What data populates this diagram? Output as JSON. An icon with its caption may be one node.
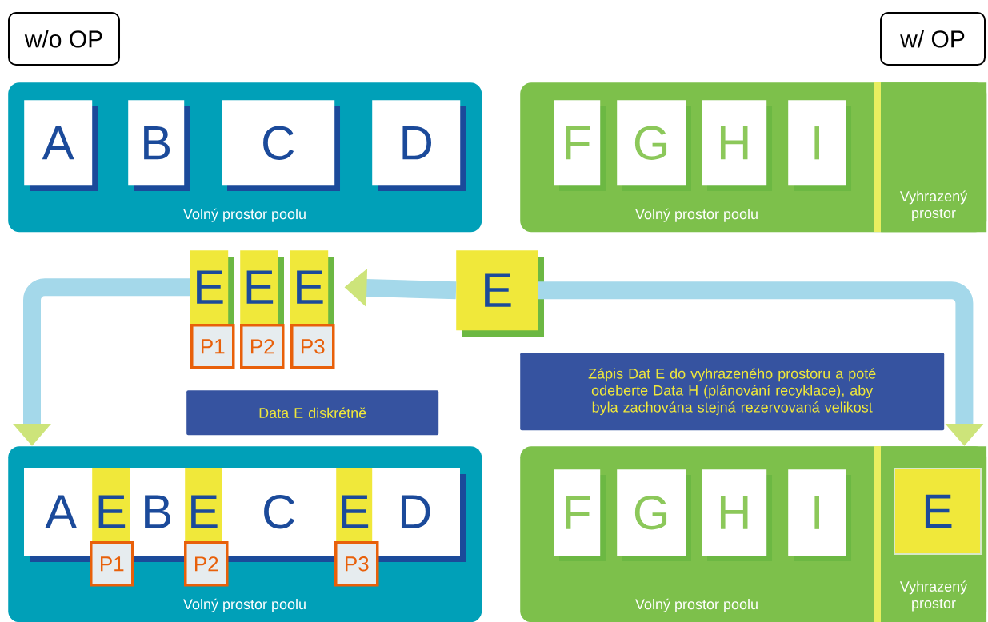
{
  "diagram": {
    "nodes": [
      {
        "text": [
          "w/o OP"
        ]
      },
      {
        "text": [
          "w/ OP"
        ]
      },
      {
        "text": [
          "Volný prostor poolu"
        ]
      },
      {
        "text": [
          "A"
        ],
        "in": 2
      },
      {
        "text": [
          "B"
        ],
        "in": 2
      },
      {
        "text": [
          "C"
        ],
        "in": 2
      },
      {
        "text": [
          "D"
        ],
        "in": 2
      },
      {
        "text": [
          "Volný prostor poolu"
        ]
      },
      {
        "text": [
          "F"
        ],
        "in": 7
      },
      {
        "text": [
          "G"
        ],
        "in": 7
      },
      {
        "text": [
          "H"
        ],
        "in": 7
      },
      {
        "text": [
          "I"
        ],
        "in": 7
      },
      {
        "text": [
          "Vyhrazený prostor"
        ],
        "in": 7
      },
      {
        "text": [
          "E"
        ]
      },
      {
        "text": [
          "E"
        ]
      },
      {
        "text": [
          "E"
        ]
      },
      {
        "text": [
          "E"
        ]
      },
      {
        "text": [
          "P1"
        ]
      },
      {
        "text": [
          "P2"
        ]
      },
      {
        "text": [
          "P3"
        ]
      },
      {
        "text": [
          "Data E diskrétně"
        ]
      },
      {
        "text": [
          "Zápis Dat E do vyhrazeného prostoru a poté odeberte Data H (plánování recyklace), aby byla zachována stejná rezervovaná velikost"
        ]
      },
      {
        "text": [
          "Volný prostor poolu"
        ]
      },
      {
        "text": [
          "A"
        ],
        "in": 22
      },
      {
        "text": [
          "E"
        ],
        "in": 22
      },
      {
        "text": [
          "B"
        ],
        "in": 22
      },
      {
        "text": [
          "E"
        ],
        "in": 22
      },
      {
        "text": [
          "C"
        ],
        "in": 22
      },
      {
        "text": [
          "E"
        ],
        "in": 22
      },
      {
        "text": [
          "D"
        ],
        "in": 22
      },
      {
        "text": [
          "P1"
        ],
        "in": 22
      },
      {
        "text": [
          "P2"
        ],
        "in": 22
      },
      {
        "text": [
          "P3"
        ],
        "in": 22
      },
      {
        "text": [
          "Volný prostor poolu"
        ]
      },
      {
        "text": [
          "F"
        ],
        "in": 33
      },
      {
        "text": [
          "G"
        ],
        "in": 33
      },
      {
        "text": [
          "H"
        ],
        "in": 33
      },
      {
        "text": [
          "I"
        ],
        "in": 33
      },
      {
        "text": [
          "Vyhrazený prostor"
        ],
        "in": 33
      },
      {
        "text": [
          "E"
        ],
        "in": 38
      }
    ],
    "edges": [
      {
        "from": 13,
        "to": 16,
        "arrow": "to"
      },
      {
        "from": 14,
        "to": 22,
        "arrow": "to"
      },
      {
        "from": 13,
        "to": 33,
        "arrow": "to"
      }
    ]
  }
}
